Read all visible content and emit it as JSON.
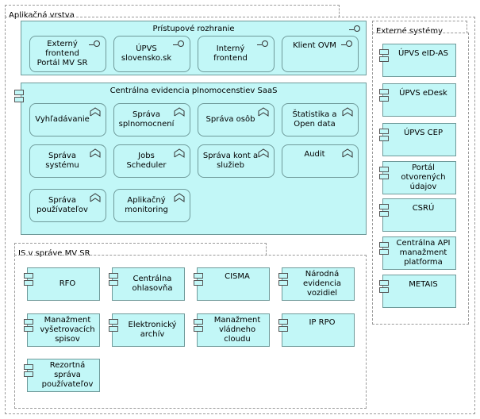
{
  "app_layer": {
    "title": "Aplikačná vrstva"
  },
  "access": {
    "title": "Prístupové rozhranie",
    "items": [
      {
        "label": "Externý\nfrontend\nPortál MV SR"
      },
      {
        "label": "ÚPVS\nslovensko.sk"
      },
      {
        "label": "Interný\nfrontend"
      },
      {
        "label": "Klient OVM"
      }
    ]
  },
  "ceps": {
    "title": "Centrálna evidencia plnomocenstiev SaaS",
    "functions": [
      {
        "label": "Vyhľadávanie"
      },
      {
        "label": "Správa\nsplnomocnení"
      },
      {
        "label": "Správa osôb"
      },
      {
        "label": "Štatistika a\nOpen data"
      },
      {
        "label": "Správa\nsystému"
      },
      {
        "label": "Jobs\nScheduler"
      },
      {
        "label": "Správa kont a\nslužieb"
      },
      {
        "label": "Audit"
      },
      {
        "label": "Správa\npoužívateľov"
      },
      {
        "label": "Aplikačný\nmonitoring"
      }
    ]
  },
  "is_mv": {
    "title": "IS v správe MV SR",
    "items": [
      {
        "label": "RFO"
      },
      {
        "label": "Centrálna\nohlasovňa"
      },
      {
        "label": "CISMA"
      },
      {
        "label": "Národná\nevidencia\nvozidiel"
      },
      {
        "label": "Manažment\nvyšetrovacích\nspisov"
      },
      {
        "label": "Elektronický\narchív"
      },
      {
        "label": "Manažment\nvládneho\ncloudu"
      },
      {
        "label": "IP RPO"
      },
      {
        "label": "Rezortná správa\npoužívateľov"
      }
    ]
  },
  "external": {
    "title": "Externé systémy",
    "items": [
      {
        "label": "ÚPVS eID-AS"
      },
      {
        "label": "ÚPVS eDesk"
      },
      {
        "label": "ÚPVS CEP"
      },
      {
        "label": "Portál\notvorených\núdajov"
      },
      {
        "label": "CSRÚ"
      },
      {
        "label": "Centrálna API\nmanažment\nplatforma"
      },
      {
        "label": "METAIS"
      }
    ]
  }
}
